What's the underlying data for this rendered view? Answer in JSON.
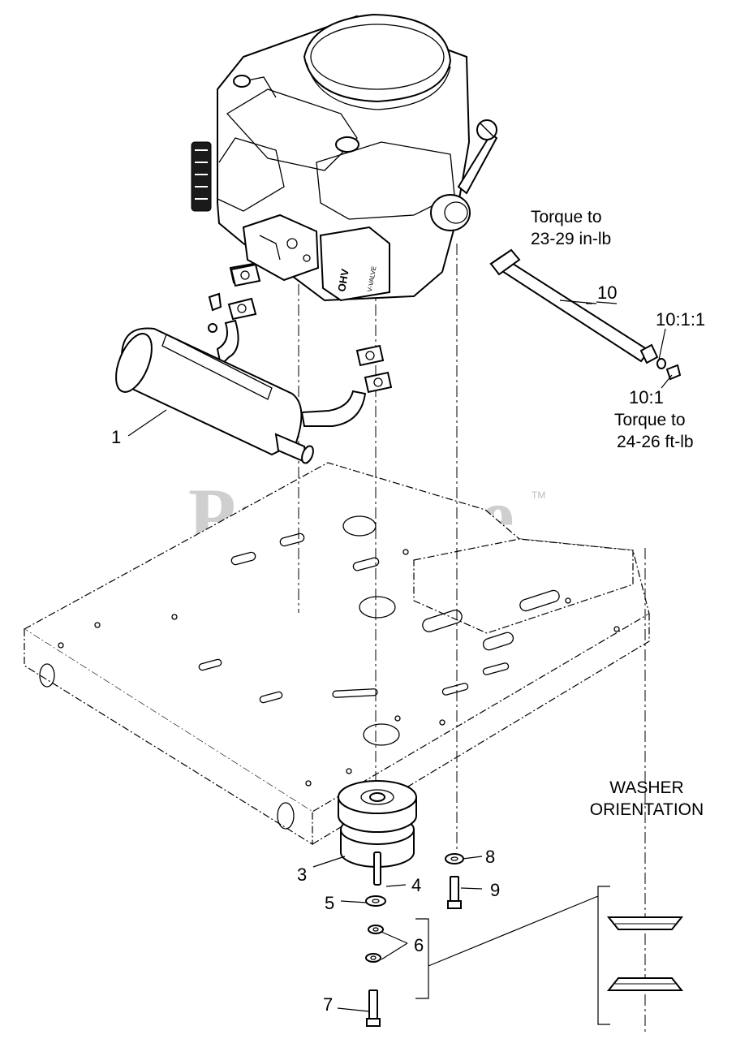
{
  "watermark": {
    "text": "PartsTree",
    "trademark": "TM"
  },
  "callouts": {
    "c1": "1",
    "c3": "3",
    "c4": "4",
    "c5": "5",
    "c6": "6",
    "c7": "7",
    "c8": "8",
    "c9": "9",
    "c10": "10",
    "c10_1": "10:1",
    "c10_1_1": "10:1:1"
  },
  "notes": {
    "torque_top_line1": "Torque to",
    "torque_top_line2": "23-29 in-lb",
    "torque_bottom_line1": "Torque to",
    "torque_bottom_line2": "24-26 ft-lb"
  },
  "washer_orientation": {
    "line1": "WASHER",
    "line2": "ORIENTATION"
  },
  "engine_marks": {
    "ohv": "OHV",
    "valve": "V-VALVE"
  }
}
